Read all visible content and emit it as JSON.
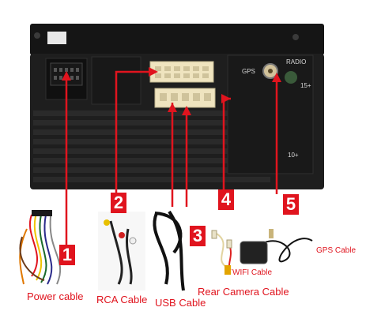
{
  "panel": {
    "gps_label": "GPS",
    "radio_label": "RADIO",
    "plus_label": "15+",
    "ten_label": "10+"
  },
  "callouts": [
    {
      "number": "1",
      "name": "Power cable"
    },
    {
      "number": "2",
      "name": "RCA Cable"
    },
    {
      "number": "3",
      "name": "USB Cable"
    },
    {
      "number": "4",
      "name": "Rear Camera Cable"
    },
    {
      "number": "5",
      "name": "GPS Cable"
    }
  ],
  "wifi_label": "WIFI Cable",
  "colors": {
    "accent": "#e0141e",
    "unit_body": "#1e1e1e",
    "connector": "#efe4bf"
  }
}
